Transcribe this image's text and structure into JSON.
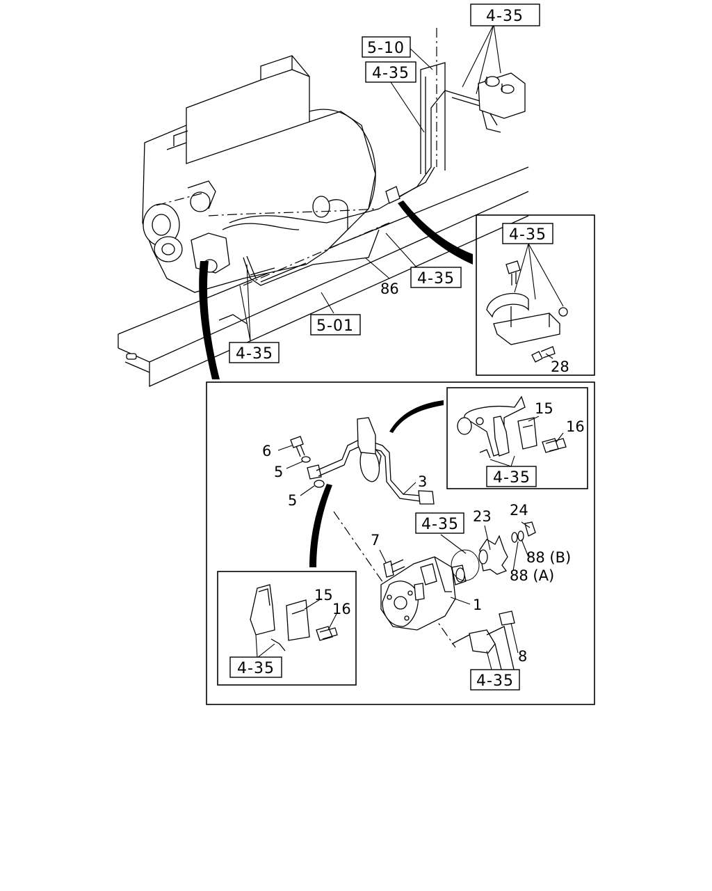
{
  "refs": {
    "r1": "4-35",
    "r2": "5-10",
    "r3": "4-35",
    "r4": "4-35",
    "r5": "4-35",
    "r6": "5-01",
    "r7": "4-35",
    "r8": "4-35",
    "r9": "4-35",
    "r10": "4-35",
    "r11": "4-35"
  },
  "parts": {
    "p86": "86",
    "p28": "28",
    "p15a": "15",
    "p16a": "16",
    "p6": "6",
    "p5a": "5",
    "p5b": "5",
    "p3": "3",
    "p23": "23",
    "p24": "24",
    "p7": "7",
    "p88b": "88 (B)",
    "p88a": "88 (A)",
    "p1": "1",
    "p15b": "15",
    "p16b": "16",
    "p8": "8"
  }
}
